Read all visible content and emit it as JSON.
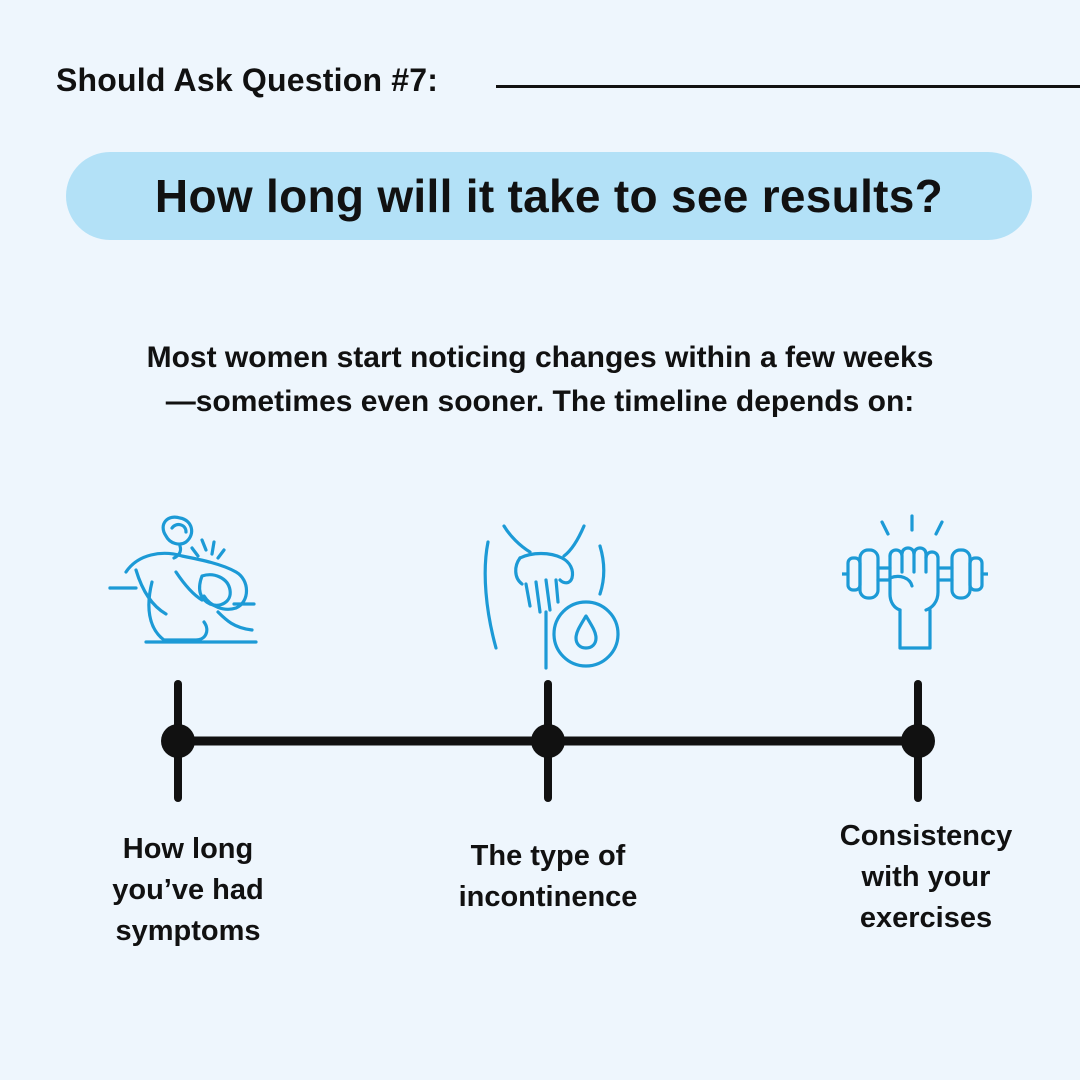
{
  "eyebrow": {
    "label": "Should Ask Question #7:"
  },
  "headline": {
    "text": "How long will it take to see results?"
  },
  "intro": {
    "line1": "Most women start noticing changes within a few weeks",
    "line2": "—sometimes even sooner. The timeline depends on:"
  },
  "factors": [
    {
      "icon": "back-pain-icon",
      "lines": [
        "How long",
        "you’ve had",
        "symptoms"
      ]
    },
    {
      "icon": "incontinence-droplet-icon",
      "lines": [
        "The type of",
        "incontinence"
      ]
    },
    {
      "icon": "dumbbell-fist-icon",
      "lines": [
        "Consistency",
        "with your",
        "exercises"
      ]
    }
  ],
  "colors": {
    "background": "#eef6fd",
    "headline_pill": "#b3e1f7",
    "icon_stroke": "#1c9ad6",
    "text": "#111111"
  }
}
